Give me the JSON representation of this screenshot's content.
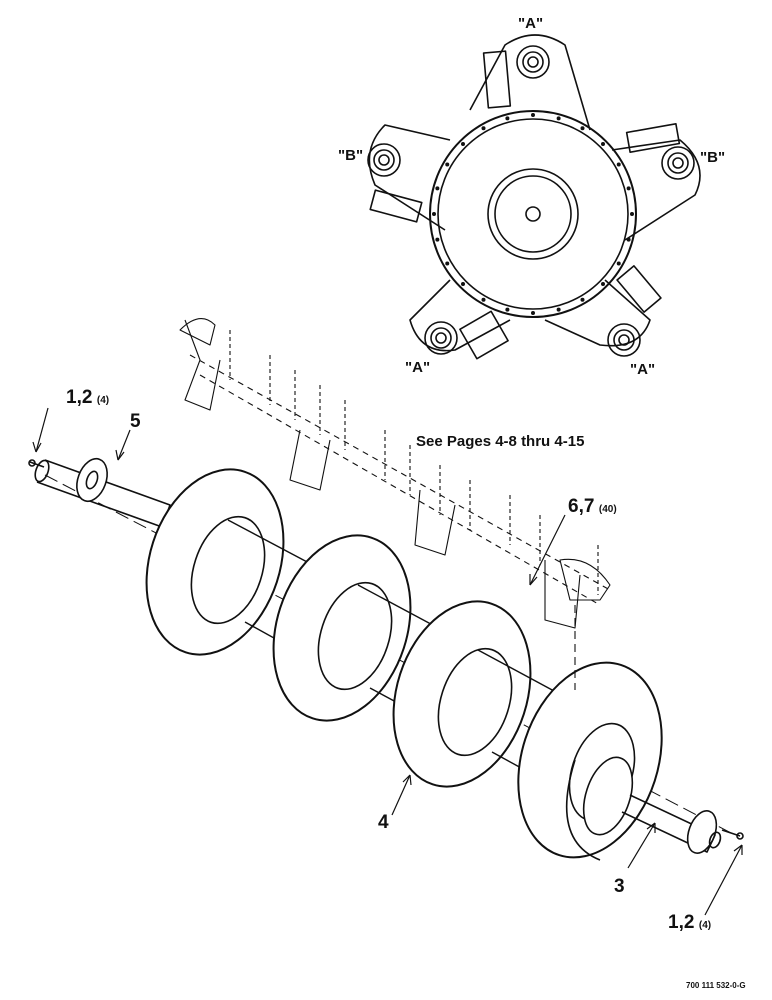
{
  "hub_labels": {
    "top": "\"A\"",
    "left": "\"B\"",
    "right": "\"B\"",
    "bottom_left": "\"A\"",
    "bottom_right": "\"A\""
  },
  "callouts": {
    "item_1_2_left": {
      "number": "1,2",
      "qty": "(4)"
    },
    "item_5": {
      "number": "5"
    },
    "item_6_7": {
      "number": "6,7",
      "qty": "(40)"
    },
    "item_4": {
      "number": "4"
    },
    "item_3": {
      "number": "3"
    },
    "item_1_2_right": {
      "number": "1,2",
      "qty": "(4)"
    }
  },
  "reference_note": "See Pages 4-8 thru 4-15",
  "drawing_number": "700 111 532-0-G",
  "colors": {
    "ink": "#111111",
    "paper": "#ffffff"
  }
}
